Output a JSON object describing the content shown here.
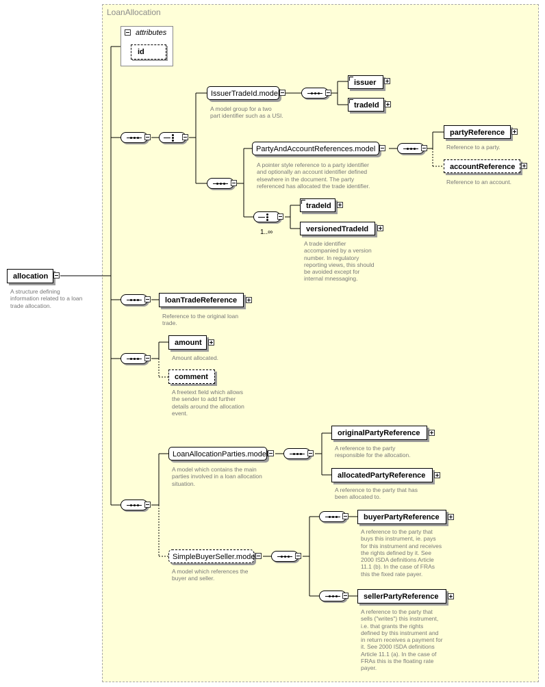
{
  "panel_title": "LoanAllocation",
  "attributes_label": "attributes",
  "attributes": [
    "id"
  ],
  "root": {
    "name": "allocation",
    "desc": "A structure defining\ninformation related to a loan\ntrade allocation."
  },
  "issuer_group": {
    "name": "IssuerTradeId.model",
    "desc": "A model group for a two\npart identifier such as a USI.",
    "children": [
      "issuer",
      "tradeId"
    ]
  },
  "party_group": {
    "name": "PartyAndAccountReferences.model",
    "desc": "A pointer style reference to a party identifier\nand optionally an account identifier defined\nelsewhere in the document. The party\nreferenced has allocated the trade identifier.",
    "party_reference": {
      "name": "partyReference",
      "desc": "Reference to a party."
    },
    "account_reference": {
      "name": "accountReference",
      "desc": "Reference to an account."
    }
  },
  "choice2": {
    "occurrence": "1..∞",
    "trade_id": "tradeId",
    "versioned_trade_id": "versionedTradeId",
    "versioned_desc": "A trade identifier\naccompanied by a version\nnumber. In regulatory\nreporting views, this should\nbe avoided except for\ninternal mnessaging."
  },
  "loan_trade_reference": {
    "name": "loanTradeReference",
    "desc": "Reference to the original loan\ntrade."
  },
  "amount": {
    "name": "amount",
    "desc": "Amount allocated."
  },
  "comment": {
    "name": "comment",
    "desc": "A freetext field which allows\nthe sender to add further\ndetails around the allocation\nevent."
  },
  "parties_group": {
    "name": "LoanAllocationParties.model",
    "desc": "A model which contains the main\nparties involved in a loan allocation\nsituation.",
    "original": {
      "name": "originalPartyReference",
      "desc": "A reference to the party\nresponsible for the allocation."
    },
    "allocated": {
      "name": "allocatedPartyReference",
      "desc": "A reference to the party that has\nbeen allocated to."
    }
  },
  "buyer_seller_group": {
    "name": "SimpleBuyerSeller.model",
    "desc": "A model which references the\nbuyer and seller.",
    "buyer": {
      "name": "buyerPartyReference",
      "desc": "A reference to the party that\nbuys this instrument, ie. pays\nfor this instrument and receives\nthe rights defined by it. See\n2000 ISDA definitions Article\n11.1 (b). In the case of FRAs\nthis the fixed rate payer."
    },
    "seller": {
      "name": "sellerPartyReference",
      "desc": "A reference to the party that\nsells (\"writes\") this instrument,\ni.e. that grants the rights\ndefined by this instrument and\nin return receives a payment for\nit. See 2000 ISDA definitions\nArticle 11.1 (a). In the case of\nFRAs this is the floating rate\npayer."
    }
  }
}
